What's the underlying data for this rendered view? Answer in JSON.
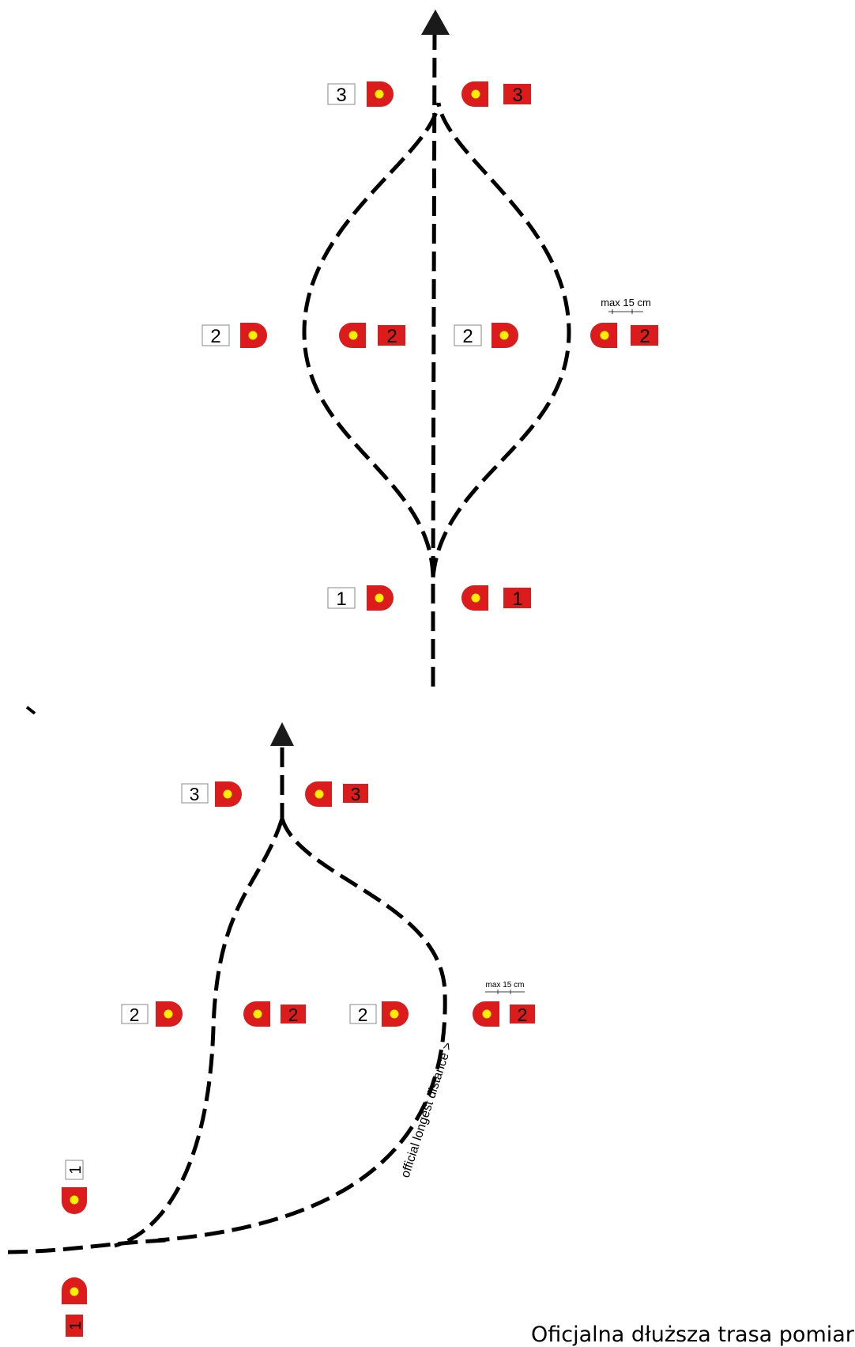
{
  "colors": {
    "marker_red": "#dc1c1c",
    "dot_yellow": "#ffee00",
    "path": "#000000"
  },
  "top_diagram": {
    "gate_numbers": {
      "gate1": "1",
      "gate2": "2",
      "gate3": "3"
    },
    "spacing_note": "max 15 cm"
  },
  "bottom_diagram": {
    "gate_numbers": {
      "gate1": "1",
      "gate2": "2",
      "gate3": "3"
    },
    "spacing_note": "max 15 cm",
    "route_label": "official longest distance >"
  },
  "caption": "Oficjalna dłuższa trasa pomiaru"
}
